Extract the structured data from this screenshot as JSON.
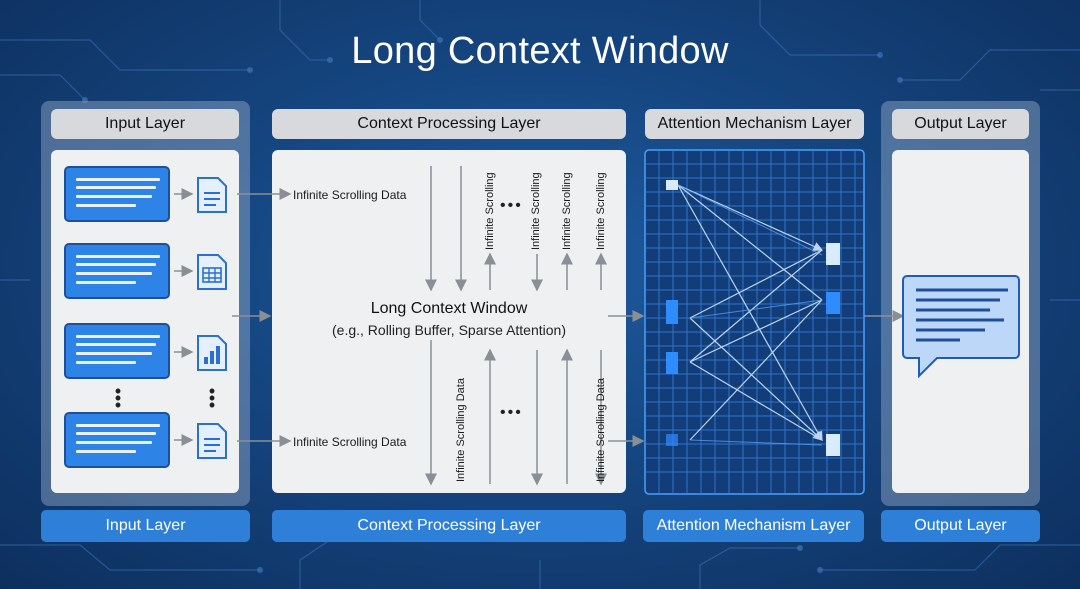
{
  "title": "Long Context Window",
  "columns": {
    "input": {
      "header": "Input Layer",
      "footer": "Input Layer"
    },
    "context": {
      "header": "Context Processing Layer",
      "footer": "Context Processing Layer"
    },
    "attention": {
      "header": "Attention Mechanism Layer",
      "footer": "Attention Mechanism Layer"
    },
    "output": {
      "header": "Output Layer",
      "footer": "Output Layer"
    }
  },
  "input_items": [
    {
      "icon": "text-document-icon"
    },
    {
      "icon": "spreadsheet-document-icon"
    },
    {
      "icon": "chart-document-icon"
    },
    {
      "icon": "text-document-icon"
    }
  ],
  "context": {
    "stream_top_label": "Infinite Scrolling Data",
    "stream_bottom_label": "Infinite Scrolling Data",
    "center_title": "Long Context Window",
    "center_subtitle": "(e.g., Rolling Buffer, Sparse Attention)",
    "top_vertical_labels": [
      "Infinite Scrolling",
      "Infinite Scrolling",
      "Infinite Scrolling",
      "Infinite Scrolling"
    ],
    "bottom_vertical_labels": [
      "Infinite Scrolling Data",
      "Infinite Scrolling Data"
    ],
    "ellipsis": "•••"
  },
  "colors": {
    "background": "#15457f",
    "accent_blue": "#2d7fd8",
    "header_gray": "#d7d9dc",
    "panel_light": "#eef0f2",
    "output_bubble": "#bcd7f7"
  }
}
